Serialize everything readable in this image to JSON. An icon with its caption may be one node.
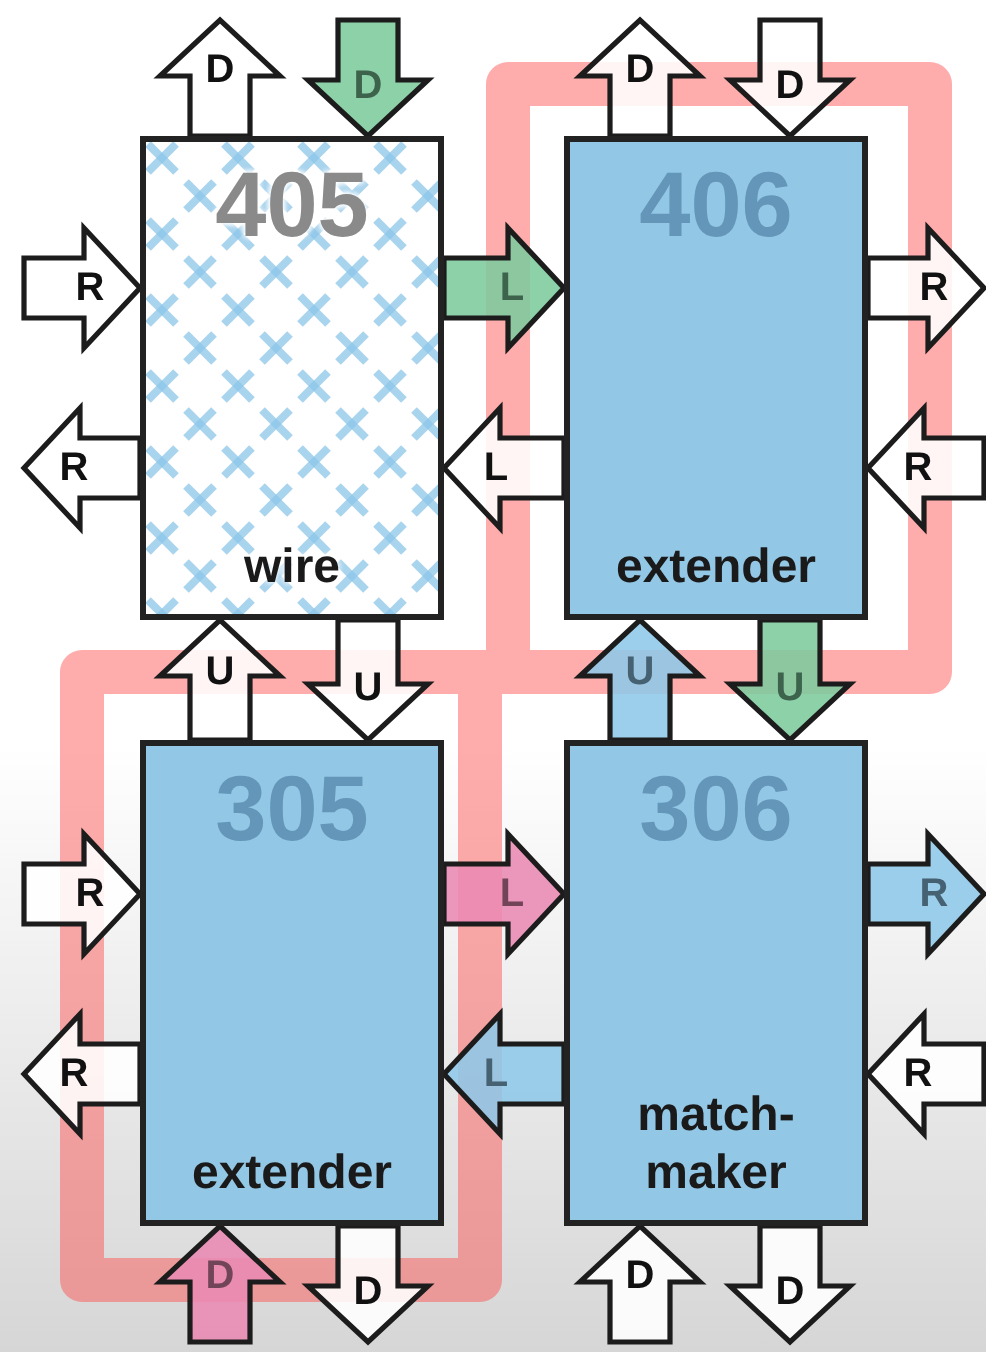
{
  "diagram": {
    "nodes": [
      {
        "text": [
          "405",
          "wire"
        ]
      },
      {
        "text": [
          "406",
          "extender"
        ]
      },
      {
        "text": [
          "305",
          "extender"
        ]
      },
      {
        "text": [
          "306",
          "match-maker"
        ]
      }
    ],
    "edges": [
      {
        "from": 0,
        "to": null,
        "arrow": "to",
        "label": "D"
      },
      {
        "from": null,
        "to": 0,
        "arrow": "to",
        "label": "D",
        "color": "#7dcb9d"
      },
      {
        "from": null,
        "to": 0,
        "arrow": "to",
        "label": "R"
      },
      {
        "from": 0,
        "to": null,
        "arrow": "to",
        "label": "R"
      },
      {
        "from": 0,
        "to": 1,
        "arrow": "to",
        "label": "L",
        "color": "#7dcb9d"
      },
      {
        "from": 1,
        "to": 0,
        "arrow": "to",
        "label": "L"
      },
      {
        "from": 1,
        "to": null,
        "arrow": "to",
        "label": "D"
      },
      {
        "from": null,
        "to": 1,
        "arrow": "to",
        "label": "D"
      },
      {
        "from": 1,
        "to": null,
        "arrow": "to",
        "label": "R"
      },
      {
        "from": null,
        "to": 1,
        "arrow": "to",
        "label": "R"
      },
      {
        "from": 2,
        "to": 0,
        "arrow": "to",
        "label": "U"
      },
      {
        "from": 0,
        "to": 2,
        "arrow": "to",
        "label": "U"
      },
      {
        "from": 3,
        "to": 1,
        "arrow": "to",
        "label": "U",
        "color": "#8ec8e8"
      },
      {
        "from": 1,
        "to": 3,
        "arrow": "to",
        "label": "U",
        "color": "#7dcb9d"
      },
      {
        "from": null,
        "to": 2,
        "arrow": "to",
        "label": "R"
      },
      {
        "from": 2,
        "to": null,
        "arrow": "to",
        "label": "R"
      },
      {
        "from": 2,
        "to": 3,
        "arrow": "to",
        "label": "L",
        "color": "#e98ab3"
      },
      {
        "from": 3,
        "to": 2,
        "arrow": "to",
        "label": "L",
        "color": "#8ec8e8"
      },
      {
        "from": 3,
        "to": null,
        "arrow": "to",
        "label": "R",
        "color": "#8ec8e8"
      },
      {
        "from": null,
        "to": 3,
        "arrow": "to",
        "label": "R"
      },
      {
        "from": null,
        "to": 2,
        "arrow": "to",
        "label": "D",
        "color": "#e98ab3"
      },
      {
        "from": 2,
        "to": null,
        "arrow": "to",
        "label": "D"
      },
      {
        "from": null,
        "to": 3,
        "arrow": "to",
        "label": "D"
      },
      {
        "from": 3,
        "to": null,
        "arrow": "to",
        "label": "D"
      }
    ]
  }
}
